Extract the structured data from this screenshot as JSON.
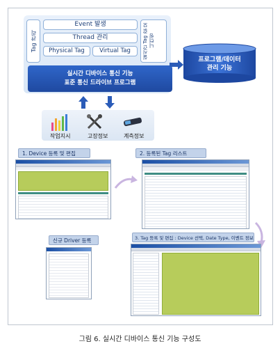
{
  "architecture": {
    "tag_manage": "Tag 관리",
    "event": "Event 발생",
    "thread": "Thread 관리",
    "physical_tag": "Physical Tag",
    "virtual_tag": "Virtual Tag",
    "realtime_tag_monitor": "실시간 Tag 값 모니터링",
    "driver_line1": "실시간 디바이스 통신 기능",
    "driver_line2": "표준 통신 드라이브 프로그램",
    "program_data_line1": "프로그램/데이터",
    "program_data_line2": "관리 기능"
  },
  "functions": [
    {
      "label": "작업지시",
      "icon": "bar-chart-icon"
    },
    {
      "label": "고장정보",
      "icon": "tools-icon"
    },
    {
      "label": "계측정보",
      "icon": "sensor-icon"
    }
  ],
  "steps": {
    "step1": "1. Device 등록 및 편집",
    "step2": "2. 등록된 Tag 리스트",
    "step3": "3. Tag 등록 및 편집 : Device 선택, Date Type, 이벤트 정보",
    "new_driver": "신규 Driver 등록"
  },
  "caption": "그림 6. 실시간 디바이스 통신 기능 구성도",
  "colors": {
    "accent_blue": "#2355b0",
    "panel_blue": "#dbe6f3",
    "header_green": "#8fad3a",
    "cylinder_blue": "#2a5bbd"
  }
}
